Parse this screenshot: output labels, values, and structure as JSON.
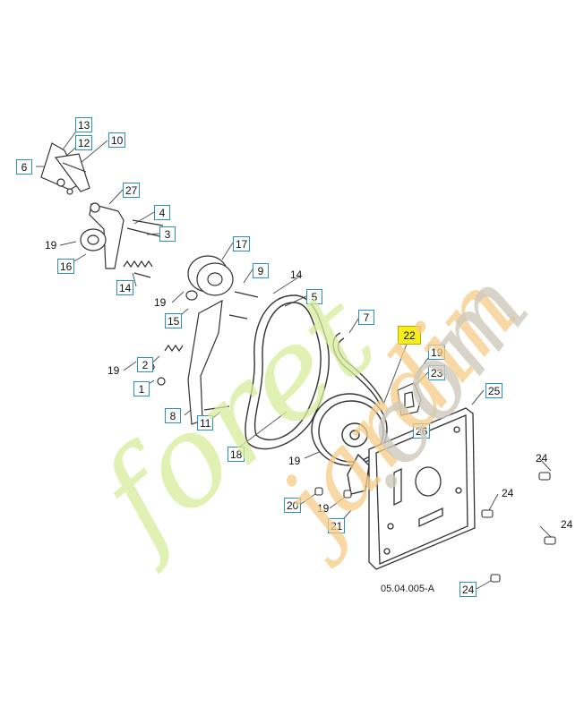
{
  "diagram": {
    "reference_code": "05.04.005-A",
    "highlight_color": "#f4ee1c",
    "label_border_color": "#2a8fc1",
    "labels": {
      "l13": "13",
      "l12": "12",
      "l10": "10",
      "l6": "6",
      "l27": "27",
      "l4": "4",
      "l3": "3",
      "l19a": "19",
      "l16": "16",
      "l14a": "14",
      "l17": "17",
      "l9": "9",
      "l19b": "19",
      "l15": "15",
      "l5": "5",
      "l7": "7",
      "l22": "22",
      "l19c": "19",
      "l23": "23",
      "l2": "2",
      "l19d": "19",
      "l1": "1",
      "l8": "8",
      "l11": "11",
      "l25": "25",
      "l26": "26",
      "l18": "18",
      "l19e": "19",
      "l20": "20",
      "l19f": "19",
      "l21": "21",
      "l24a": "24",
      "l24b": "24",
      "l24c": "24",
      "l24d": "24",
      "l14b": "14"
    }
  },
  "watermark": {
    "part1": "foret",
    "part2": "jardin",
    "part3": ".com",
    "colors": [
      "#d6ed9a",
      "#f6cc86",
      "#cfcabd"
    ]
  }
}
